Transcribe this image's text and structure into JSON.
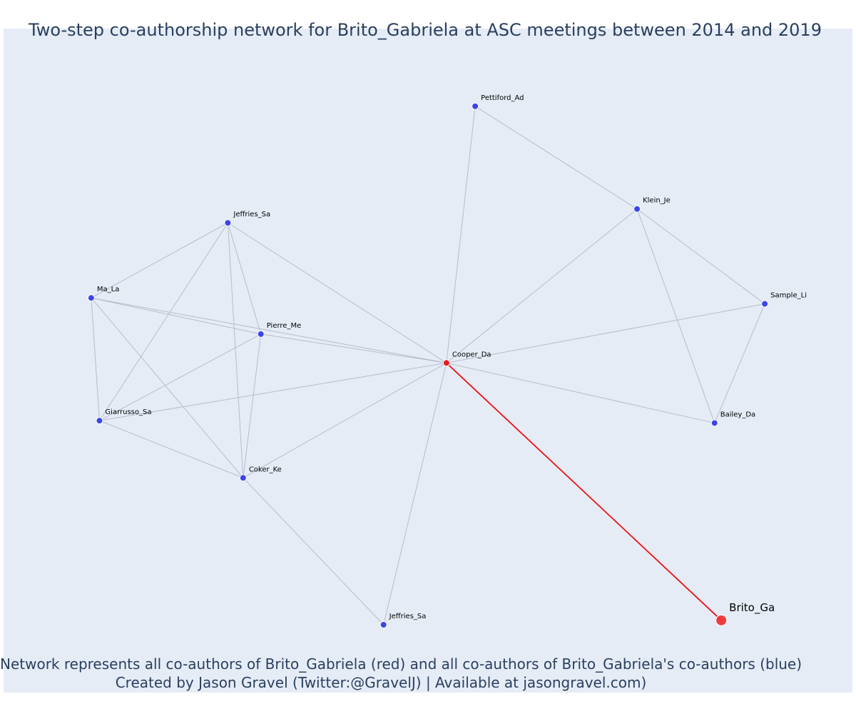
{
  "title": "Two-step co-authorship network for Brito_Gabriela at ASC meetings between 2014 and 2019",
  "caption": {
    "line1": "Network represents all co-authors of Brito_Gabriela (red) and all co-authors of Brito_Gabriela's co-authors (blue)",
    "line2": "Created by Jason Gravel (Twitter:@GravelJ) | Available at jasongravel.com)"
  },
  "colors": {
    "background": "#e5ecf6",
    "edge": "#b7bccd",
    "focal_edge": "#ee1111",
    "coauthor_node": "#e81c1c",
    "second_step_node": "#3c46e6",
    "focal_node": "#ee2a2a"
  },
  "chart_data": {
    "type": "network",
    "nodes": [
      {
        "id": "brito",
        "label": "Brito_Ga",
        "group": "focal",
        "x": 0.8879,
        "y": 0.0584
      },
      {
        "id": "cooper",
        "label": "Cooper_Da",
        "group": "coauthor",
        "x": 0.5244,
        "y": 0.4954
      },
      {
        "id": "pettiford",
        "label": "Pettiford_Ad",
        "group": "second_step",
        "x": 0.5624,
        "y": 0.9311
      },
      {
        "id": "klein",
        "label": "Klein_Je",
        "group": "second_step",
        "x": 0.7765,
        "y": 0.7567
      },
      {
        "id": "sample",
        "label": "Sample_Li",
        "group": "second_step",
        "x": 0.9454,
        "y": 0.5957
      },
      {
        "id": "bailey",
        "label": "Bailey_Da",
        "group": "second_step",
        "x": 0.879,
        "y": 0.3934
      },
      {
        "id": "jeffries_top",
        "label": "Jeffries_Sa",
        "group": "second_step",
        "x": 0.2353,
        "y": 0.7332
      },
      {
        "id": "ma",
        "label": "Ma_La",
        "group": "second_step",
        "x": 0.0546,
        "y": 0.6058
      },
      {
        "id": "pierre",
        "label": "Pierre_Me",
        "group": "second_step",
        "x": 0.279,
        "y": 0.5444
      },
      {
        "id": "giarrusso",
        "label": "Giarrusso_Sa",
        "group": "second_step",
        "x": 0.0655,
        "y": 0.3974
      },
      {
        "id": "coker",
        "label": "Coker_Ke",
        "group": "second_step",
        "x": 0.2555,
        "y": 0.3003
      },
      {
        "id": "jeffries_bottom",
        "label": "Jeffries_Sa",
        "group": "second_step",
        "x": 0.4412,
        "y": 0.0509
      }
    ],
    "edges": [
      [
        "cooper",
        "brito"
      ],
      [
        "cooper",
        "pettiford"
      ],
      [
        "cooper",
        "klein"
      ],
      [
        "cooper",
        "sample"
      ],
      [
        "cooper",
        "bailey"
      ],
      [
        "cooper",
        "jeffries_top"
      ],
      [
        "cooper",
        "ma"
      ],
      [
        "cooper",
        "pierre"
      ],
      [
        "cooper",
        "giarrusso"
      ],
      [
        "cooper",
        "coker"
      ],
      [
        "cooper",
        "jeffries_bottom"
      ],
      [
        "pettiford",
        "klein"
      ],
      [
        "klein",
        "sample"
      ],
      [
        "klein",
        "bailey"
      ],
      [
        "sample",
        "bailey"
      ],
      [
        "jeffries_top",
        "ma"
      ],
      [
        "jeffries_top",
        "pierre"
      ],
      [
        "jeffries_top",
        "giarrusso"
      ],
      [
        "jeffries_top",
        "coker"
      ],
      [
        "ma",
        "pierre"
      ],
      [
        "ma",
        "giarrusso"
      ],
      [
        "ma",
        "coker"
      ],
      [
        "pierre",
        "giarrusso"
      ],
      [
        "pierre",
        "coker"
      ],
      [
        "giarrusso",
        "coker"
      ],
      [
        "coker",
        "jeffries_bottom"
      ]
    ]
  }
}
